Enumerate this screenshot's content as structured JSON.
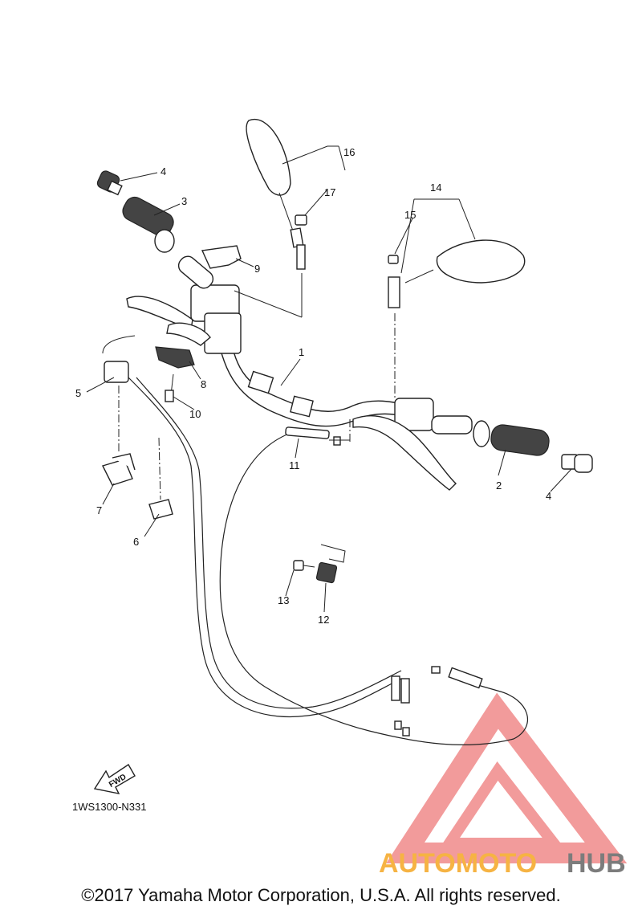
{
  "diagram": {
    "callouts": [
      {
        "id": "c1",
        "label": "1"
      },
      {
        "id": "c2",
        "label": "2"
      },
      {
        "id": "c3",
        "label": "3"
      },
      {
        "id": "c4a",
        "label": "4"
      },
      {
        "id": "c4b",
        "label": "4"
      },
      {
        "id": "c5",
        "label": "5"
      },
      {
        "id": "c6",
        "label": "6"
      },
      {
        "id": "c7",
        "label": "7"
      },
      {
        "id": "c8",
        "label": "8"
      },
      {
        "id": "c9",
        "label": "9"
      },
      {
        "id": "c10",
        "label": "10"
      },
      {
        "id": "c11",
        "label": "11"
      },
      {
        "id": "c12",
        "label": "12"
      },
      {
        "id": "c13",
        "label": "13"
      },
      {
        "id": "c14",
        "label": "14"
      },
      {
        "id": "c15",
        "label": "15"
      },
      {
        "id": "c16",
        "label": "16"
      },
      {
        "id": "c17",
        "label": "17"
      }
    ],
    "fwd_label": "FWD",
    "diagram_code": "1WS1300-N331",
    "copyright": "©2017 Yamaha Motor Corporation, U.S.A. All rights reserved."
  },
  "watermark": {
    "text_part1": "AUTOMOTO",
    "text_part2": "HUB",
    "colors": {
      "triangle": "#f08a8a",
      "text_part1": "#f5a623",
      "text_part2": "#666666"
    }
  }
}
